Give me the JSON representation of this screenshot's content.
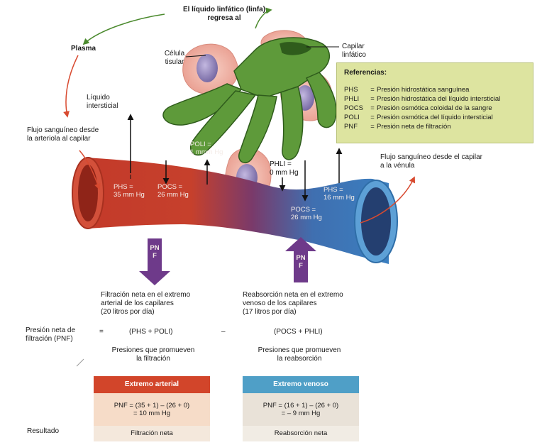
{
  "labels": {
    "lymph_return_line1": "El líquido linfático (linfa)",
    "lymph_return_line2": "regresa al",
    "plasma": "Plasma",
    "tissue_cell_line1": "Célula",
    "tissue_cell_line2": "tisular",
    "lymph_capillary_line1": "Capilar",
    "lymph_capillary_line2": "linfático",
    "interstitial_line1": "Líquido",
    "interstitial_line2": "intersticial",
    "flow_in_line1": "Flujo sanguíneo desde",
    "flow_in_line2": "la arteriola al capilar",
    "flow_out_line1": "Flujo sanguíneo desde el capilar",
    "flow_out_line2": "a la vénula",
    "poli_line1": "POLI =",
    "poli_line2": "1 mmm Hg",
    "phli_line1": "PHLI =",
    "phli_line2": "0 mm Hg",
    "phs_art_line1": "PHS =",
    "phs_art_line2": "35 mm Hg",
    "pocs_art_line1": "POCS =",
    "pocs_art_line2": "26 mm Hg",
    "phs_ven_line1": "PHS =",
    "phs_ven_line2": "16 mm Hg",
    "pocs_ven_line1": "POCS =",
    "pocs_ven_line2": "26 mm Hg",
    "pnf_left": "PNF",
    "pnf_right": "PNF"
  },
  "references": {
    "title": "Referencias:",
    "items": [
      {
        "abbr": "PHS",
        "desc": "Presión hidrostática sanguínea"
      },
      {
        "abbr": "PHLI",
        "desc": "Presión hidrostática del líquido intersticial"
      },
      {
        "abbr": "POCS",
        "desc": "Presión osmótica coloidal de la sangre"
      },
      {
        "abbr": "POLI",
        "desc": "Presión osmótica del líquido intersticial"
      },
      {
        "abbr": "PNF",
        "desc": "Presión neta de filtración"
      }
    ]
  },
  "filtration": {
    "line1": "Filtración neta en el extremo",
    "line2": "arterial de los capilares",
    "line3": "(20 litros por día)"
  },
  "reabsorption": {
    "line1": "Reabsorción neta en el extremo",
    "line2": "venoso de los capilares",
    "line3": "(17 litros por día)"
  },
  "equation": {
    "label_line1": "Presión neta de",
    "label_line2": "filtración (PNF)",
    "equals": "=",
    "left_term": "(PHS + POLI)",
    "minus": "–",
    "right_term": "(POCS + PHLI)",
    "left_caption_line1": "Presiones que promueven",
    "left_caption_line2": "la filtración",
    "right_caption_line1": "Presiones que promueven",
    "right_caption_line2": "la reabsorción"
  },
  "arterial_panel": {
    "header": "Extremo arterial",
    "formula": "PNF = (35 + 1) – (26 + 0)",
    "result_value": "= 10 mm Hg",
    "result": "Filtración neta",
    "color": "#d2452a"
  },
  "venous_panel": {
    "header": "Extremo venoso",
    "formula": "PNF = (16 + 1) – (26 + 0)",
    "result_value": "= – 9 mm Hg",
    "result": "Reabsorción neta",
    "color": "#4f9fc7"
  },
  "result_label": "Resultado",
  "colors": {
    "arterial": "#c9362a",
    "venous": "#3a7fb8",
    "lymph_green": "#5e9a3a",
    "cell_pink": "#f2b3a6",
    "nucleus": "#8a7fb8",
    "reference_bg": "#dde4a0",
    "panel_body": "#f6dcc8",
    "panel_body_venous": "#e9e2d8",
    "pnf_arrow": "#6e3a8a"
  }
}
